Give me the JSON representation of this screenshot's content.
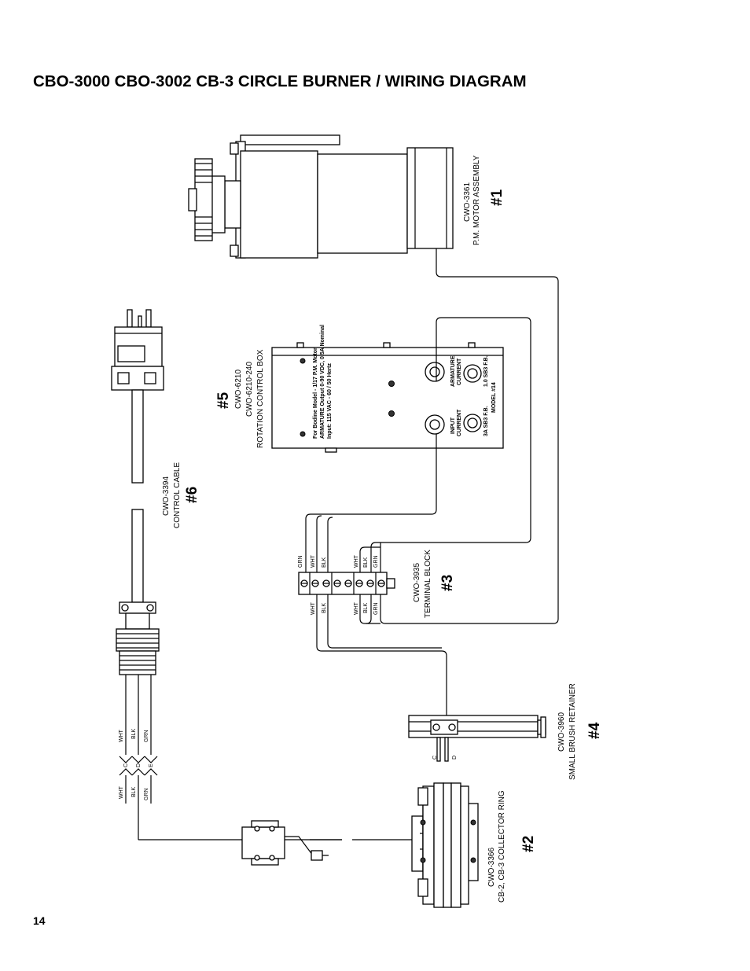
{
  "page": {
    "title": "CBO-3000 CBO-3002 CB-3 CIRCLE BURNER / WIRING DIAGRAM",
    "page_number": "14"
  },
  "components": {
    "motor": {
      "number": "#1",
      "part": "CWO-3361",
      "desc": "P.M. MOTOR ASSEMBLY"
    },
    "collector": {
      "number": "#2",
      "part": "CWO-3366",
      "desc": "CB-2, CB-3 COLLECTOR RING"
    },
    "terminal": {
      "number": "#3",
      "part": "CWO-3935",
      "desc": "TERMINAL BLOCK"
    },
    "brush": {
      "number": "#4",
      "part": "CWO-3960",
      "desc": "SMALL BRUSH RETAINER"
    },
    "control_box": {
      "number": "#5",
      "part1": "CWO-6210",
      "part2": "CWO-6210-240",
      "desc": "ROTATION CONTROL BOX"
    },
    "cable": {
      "number": "#6",
      "part": "CWO-3394",
      "desc": "CONTROL CABLE"
    }
  },
  "wires": {
    "wht": "WHT",
    "blk": "BLK",
    "grn": "GRN"
  },
  "connector_pins": {
    "c": "C",
    "d": "D",
    "e": "E"
  },
  "brush_pins": {
    "c": "C",
    "d": "D"
  },
  "control_panel": {
    "line1": "For Bodine Model - 1/17 P.M. Motor",
    "line2": "ARMATURE Output 0-90 VDC, 0.5A Nominal",
    "line3": "Input: 115 VAC - 60 / 50 Hertz",
    "armature": "ARMATURE",
    "current": "CURRENT",
    "input": "INPUT",
    "input_current": "CURRENT",
    "fuse1": "1.0 SB3 F.B.",
    "fuse2": "3A SB3 F.B.",
    "model": "MODEL #14"
  }
}
